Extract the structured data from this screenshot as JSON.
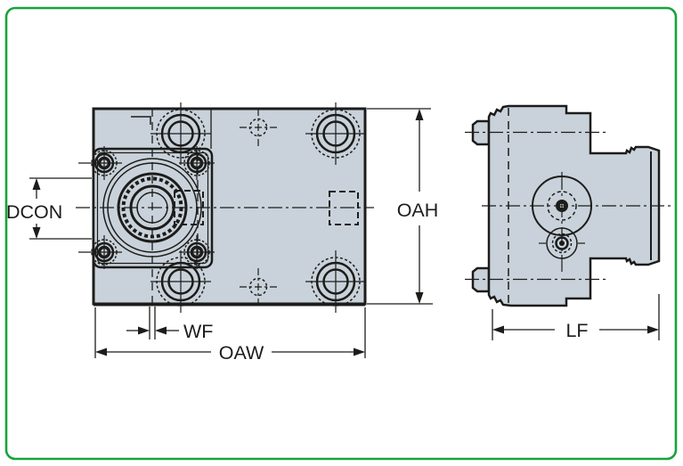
{
  "drawing": {
    "labels": {
      "dcon": "DCON",
      "oah": "OAH",
      "wf": "WF",
      "oaw": "OAW",
      "lf": "LF"
    },
    "colors": {
      "frame": "#17a33b",
      "body_fill": "#c9d2da",
      "line": "#1c1c1a",
      "background": "#ffffff"
    }
  }
}
